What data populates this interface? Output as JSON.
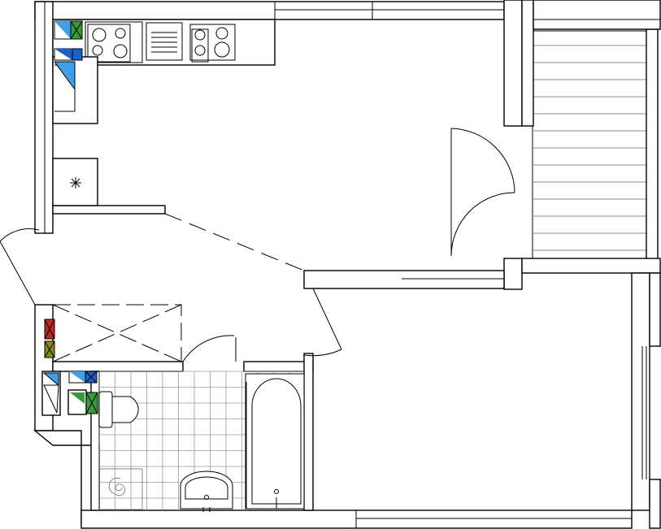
{
  "plan": {
    "colors": {
      "wall_fill": "#ffffff",
      "wall_stroke": "#000000",
      "tile_grid": "#9a9a9a",
      "balcony_slats": "#8c8c8c",
      "riser_blue": "#1f5fc8",
      "riser_light_blue": "#3fa0e8",
      "riser_green": "#3a9a3a",
      "riser_red": "#c0281e",
      "riser_olive": "#8a8a22"
    },
    "fixtures": {
      "kitchen_counter": "kitchen-counter",
      "cooktop_left": "cooktop",
      "sink": "kitchen-sink",
      "cooktop_right": "cooktop",
      "fridge": "fridge-icon",
      "bathtub": "bathtub",
      "washbasin": "washbasin",
      "toilet": "toilet",
      "shower_drain": "shower-drain-icon",
      "wardrobe": "wardrobe",
      "balcony": "balcony"
    },
    "utility_risers": [
      "blue",
      "light-blue",
      "green",
      "red",
      "olive"
    ]
  }
}
